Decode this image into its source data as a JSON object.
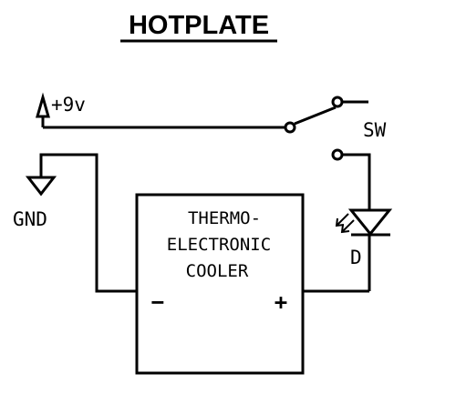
{
  "title": "HOTPLATE",
  "supply": {
    "label": "+9v"
  },
  "ground": {
    "label": "GND"
  },
  "switch": {
    "label": "SW"
  },
  "led": {
    "label": "D"
  },
  "cooler": {
    "lines": [
      "THERMO-",
      "ELECTRONIC",
      "COOLER"
    ],
    "neg_label": "−",
    "pos_label": "+"
  }
}
